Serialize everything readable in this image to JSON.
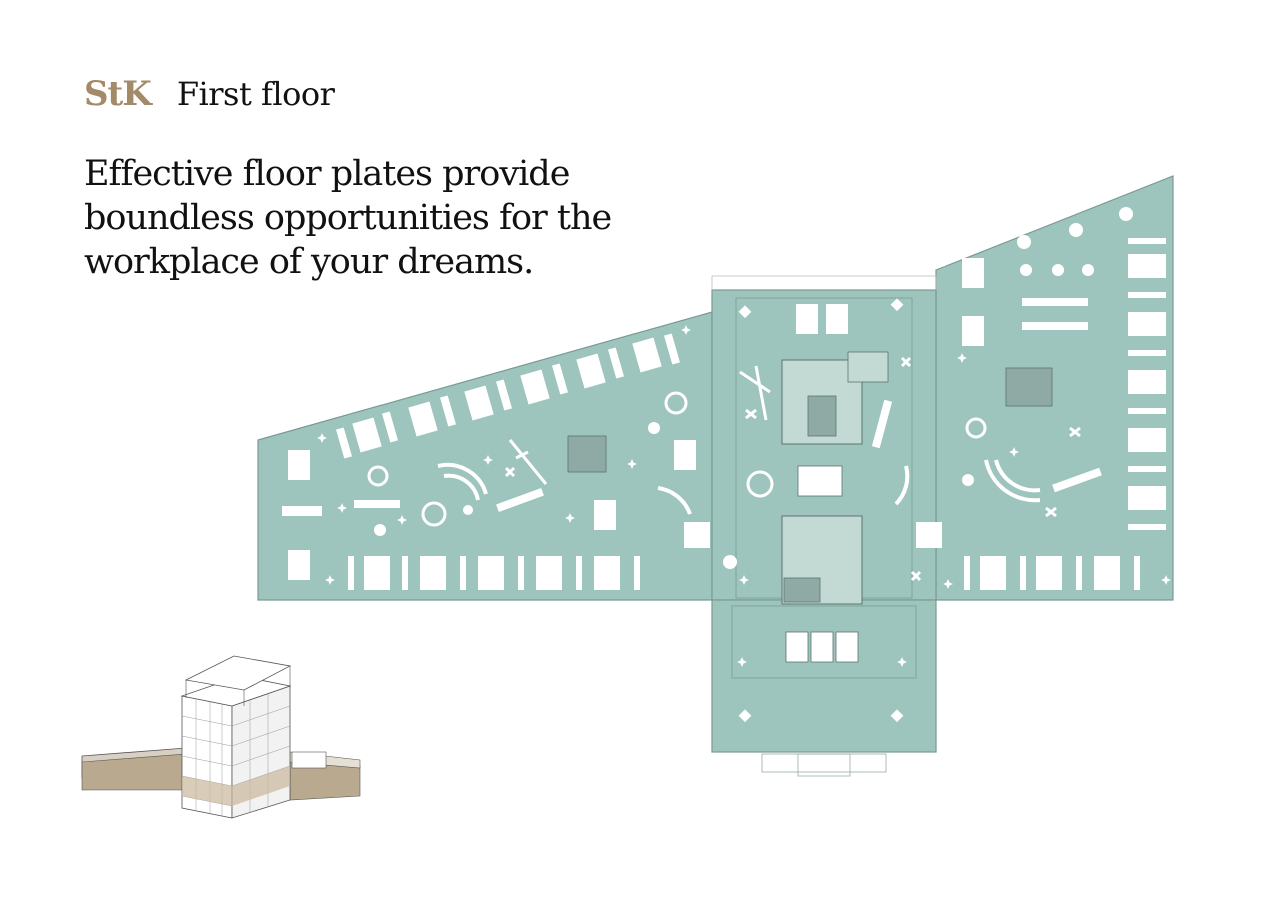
{
  "brand": {
    "logo_text": "StK",
    "logo_color": "#a38a68"
  },
  "header": {
    "floor_title": "First floor"
  },
  "headline": "Effective floor plates provide boundless opportunities for the workplace of your dreams.",
  "colors": {
    "floor_fill": "#9dc5bd",
    "floor_outline": "#7a9a94",
    "furniture": "#ffffff",
    "core_fill": "#c3d9d4",
    "iso_base": "#b9a98e"
  }
}
